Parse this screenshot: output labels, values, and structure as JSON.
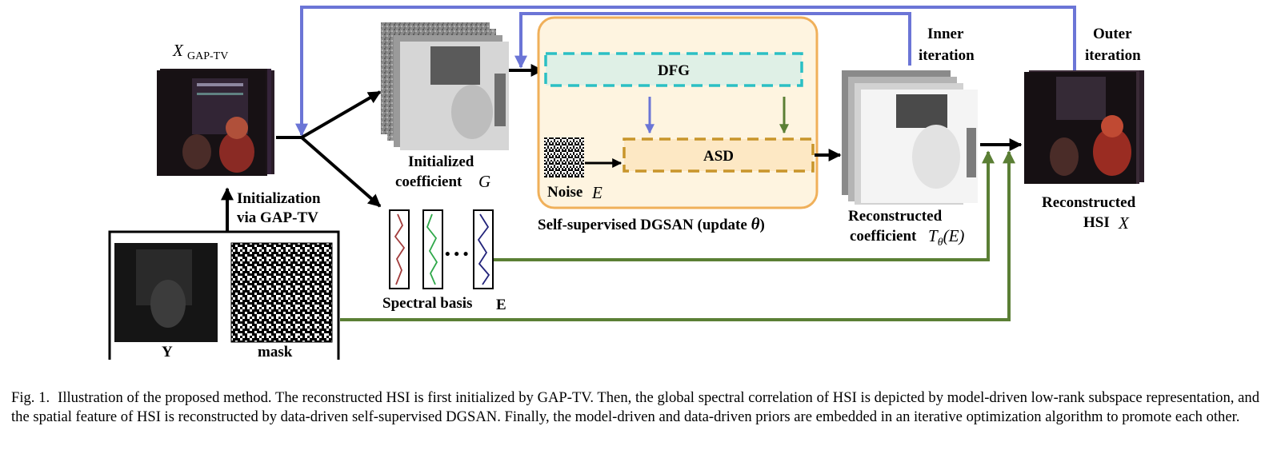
{
  "labels": {
    "xgap_main": "X",
    "xgap_sub": "GAP-TV",
    "init_line1": "Initialization",
    "init_line2": "via GAP-TV",
    "y_label": "Y",
    "mask_label": "mask",
    "coef_line1": "Initialized",
    "coef_line2": "coefficient",
    "coef_sym": "G",
    "dfg": "DFG",
    "asd": "ASD",
    "noise": "Noise",
    "noise_sym": "E",
    "dgsan": "Self-supervised DGSAN (update",
    "theta": "θ",
    "dgsan_close": ")",
    "spectral": "Spectral basis",
    "spectral_sym": "E",
    "dots": "• • •",
    "recon_coef_line1": "Reconstructed",
    "recon_coef_line2": "coefficient",
    "recon_coef_sym": "T",
    "recon_coef_sub": "θ",
    "recon_coef_arg": "(E)",
    "inner_line1": "Inner",
    "inner_line2": "iteration",
    "outer_line1": "Outer",
    "outer_line2": "iteration",
    "hsi_line1": "Reconstructed",
    "hsi_line2": "HSI",
    "hsi_sym": "X"
  },
  "caption": {
    "figno": "Fig. 1.",
    "text": "Illustration of the proposed method. The reconstructed HSI is first initialized by GAP-TV. Then, the global spectral correlation of HSI is depicted by model-driven low-rank subspace representation, and the spatial feature of HSI is reconstructed by data-driven self-supervised DGSAN. Finally, the model-driven and data-driven priors are embedded in an iterative optimization algorithm to promote each other."
  },
  "colors": {
    "feedback_blue": "#6b75d6",
    "basis_green": "#5b7f35",
    "dfg_border": "#2bbfc4",
    "dfg_fill": "#dff0e6",
    "asd_border": "#c8952b",
    "asd_fill": "#fde8c4",
    "dgsan_border": "#f0b05a",
    "dgsan_fill": "#fef4e0",
    "curve_red": "#a23c3c",
    "curve_green": "#2fa84a",
    "curve_navy": "#22237a"
  }
}
